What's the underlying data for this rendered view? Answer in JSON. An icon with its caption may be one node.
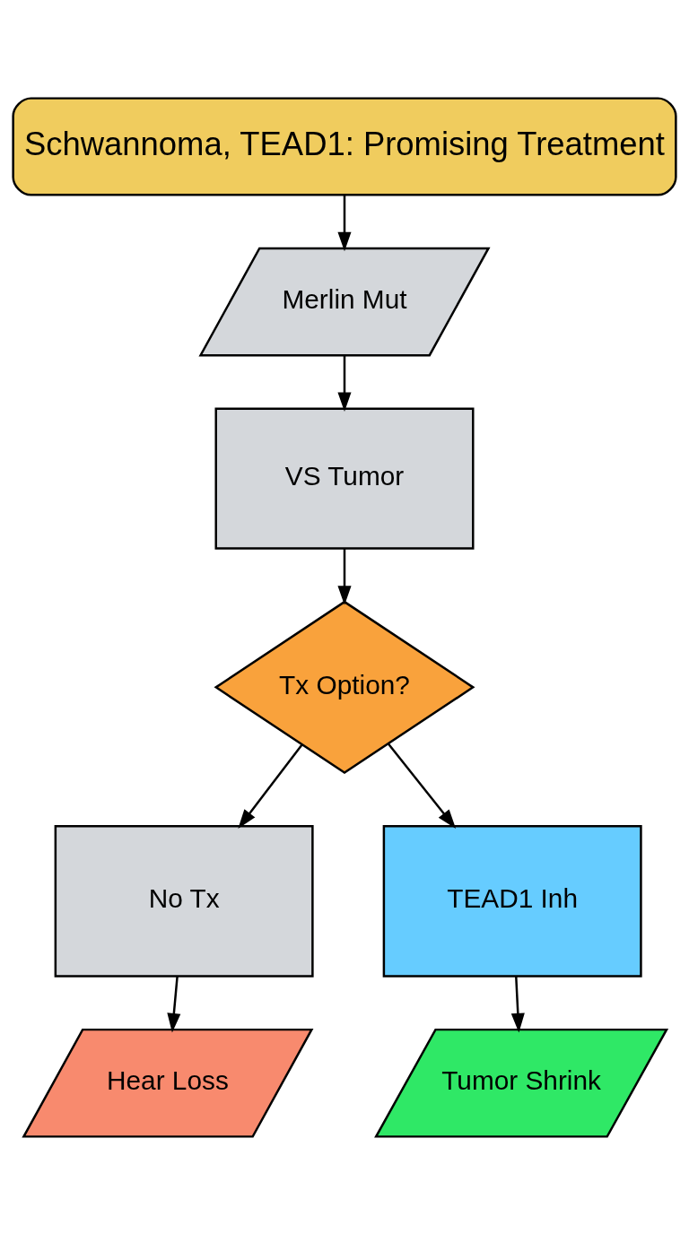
{
  "diagram": {
    "nodes": [
      {
        "text": [
          "Schwannoma, TEAD1: Promising Treatment"
        ]
      },
      {
        "text": [
          "Merlin Mut"
        ]
      },
      {
        "text": [
          "VS Tumor"
        ]
      },
      {
        "text": [
          "Tx Option?"
        ]
      },
      {
        "text": [
          "No Tx"
        ]
      },
      {
        "text": [
          "TEAD1 Inh"
        ]
      },
      {
        "text": [
          "Hear Loss"
        ]
      },
      {
        "text": [
          "Tumor Shrink"
        ]
      }
    ],
    "edges": [
      {
        "from": 0,
        "to": 1,
        "arrow": "to"
      },
      {
        "from": 1,
        "to": 2,
        "arrow": "to"
      },
      {
        "from": 2,
        "to": 3,
        "arrow": "to"
      },
      {
        "from": 3,
        "to": 4,
        "arrow": "to"
      },
      {
        "from": 3,
        "to": 5,
        "arrow": "to"
      },
      {
        "from": 4,
        "to": 6,
        "arrow": "to"
      },
      {
        "from": 5,
        "to": 7,
        "arrow": "to"
      }
    ]
  }
}
